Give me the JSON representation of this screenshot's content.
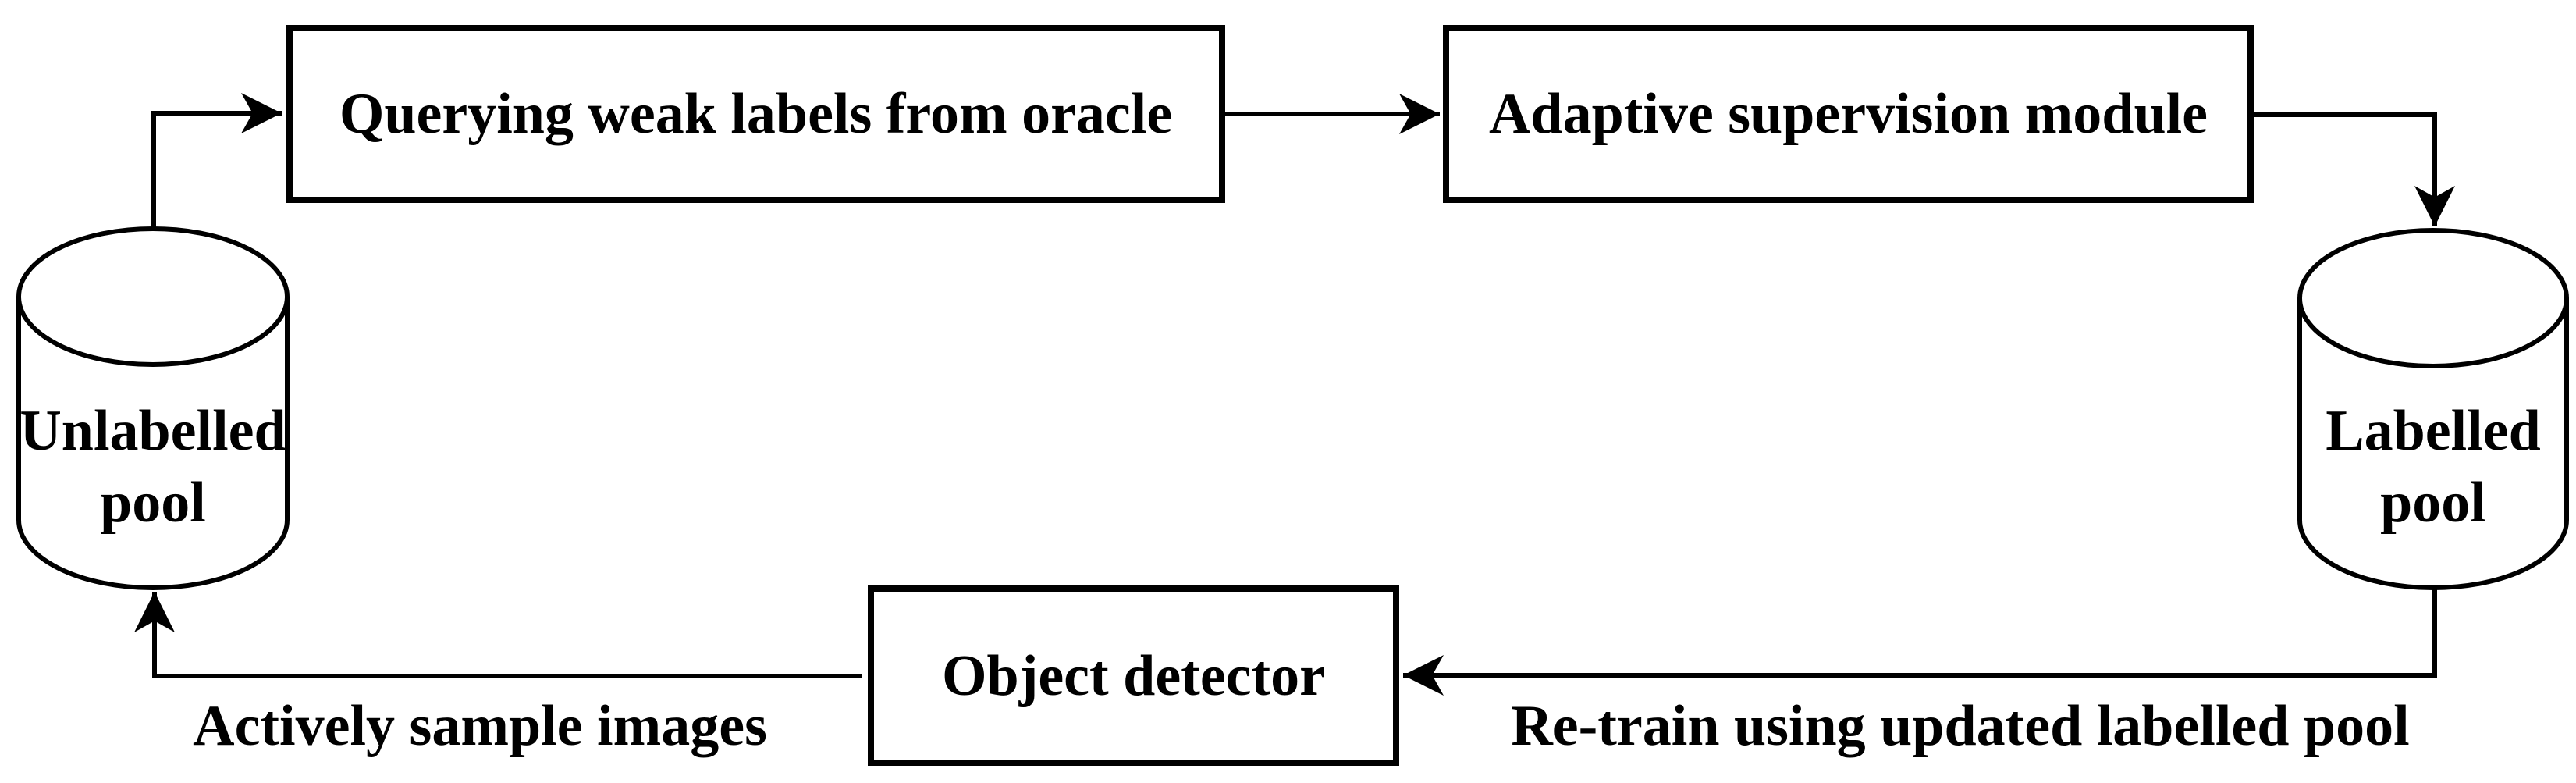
{
  "figure": {
    "background_color": "#ffffff",
    "stroke_color": "#000000",
    "nodes": {
      "querying_oracle": {
        "label": "Querying weak labels from oracle",
        "shape": "rectangle"
      },
      "adaptive_supervision": {
        "label": "Adaptive supervision module",
        "shape": "rectangle"
      },
      "object_detector": {
        "label": "Object detector",
        "shape": "rectangle"
      },
      "unlabelled_pool": {
        "label": "Unlabelled pool",
        "shape": "cylinder"
      },
      "labelled_pool": {
        "label": "Labelled pool",
        "shape": "cylinder"
      }
    },
    "edges": [
      {
        "from": "unlabelled_pool",
        "to": "querying_oracle",
        "label": ""
      },
      {
        "from": "querying_oracle",
        "to": "adaptive_supervision",
        "label": ""
      },
      {
        "from": "adaptive_supervision",
        "to": "labelled_pool",
        "label": ""
      },
      {
        "from": "labelled_pool",
        "to": "object_detector",
        "label": "Re-train using updated labelled pool"
      },
      {
        "from": "object_detector",
        "to": "unlabelled_pool",
        "label": "Actively sample images"
      }
    ],
    "edge_labels": {
      "actively_sample": "Actively sample images",
      "retrain": "Re-train using updated labelled pool"
    }
  }
}
